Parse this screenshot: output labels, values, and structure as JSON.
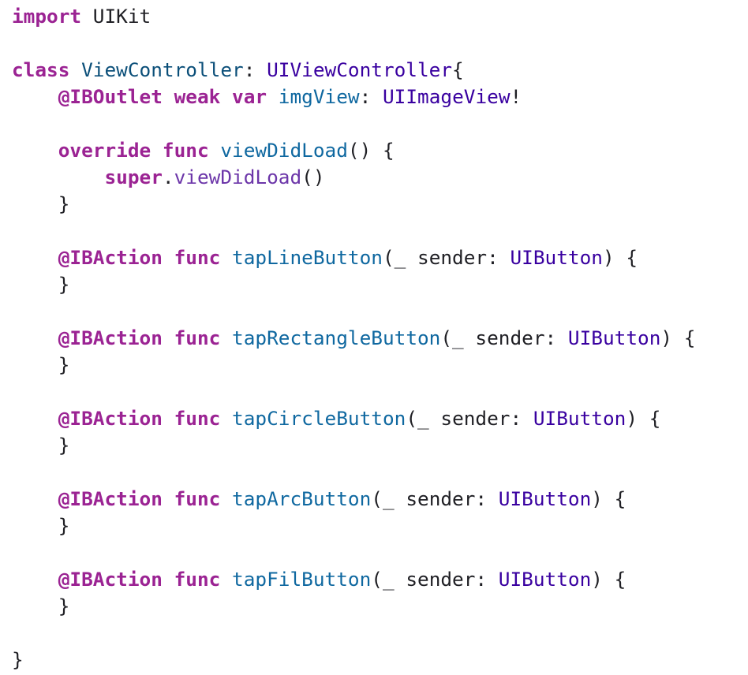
{
  "colors": {
    "keyword": "#9b2393",
    "declaration": "#0b4f79",
    "type": "#3900a0",
    "function_name": "#0f68a0",
    "library_method": "#6c36a9",
    "plain": "#1f1f24",
    "background": "#ffffff"
  },
  "lines": [
    [
      {
        "t": "import",
        "k": "keyword"
      },
      {
        "t": " UIKit",
        "k": "plain"
      }
    ],
    [],
    [
      {
        "t": "class",
        "k": "keyword"
      },
      {
        "t": " ",
        "k": "plain"
      },
      {
        "t": "ViewController",
        "k": "decl"
      },
      {
        "t": ": ",
        "k": "plain"
      },
      {
        "t": "UIViewController",
        "k": "type"
      },
      {
        "t": "{",
        "k": "plain"
      }
    ],
    [
      {
        "t": "    ",
        "k": "plain"
      },
      {
        "t": "@IBOutlet",
        "k": "attr"
      },
      {
        "t": " ",
        "k": "plain"
      },
      {
        "t": "weak",
        "k": "keyword"
      },
      {
        "t": " ",
        "k": "plain"
      },
      {
        "t": "var",
        "k": "keyword"
      },
      {
        "t": " ",
        "k": "plain"
      },
      {
        "t": "imgView",
        "k": "fnname"
      },
      {
        "t": ": ",
        "k": "plain"
      },
      {
        "t": "UIImageView",
        "k": "type"
      },
      {
        "t": "!",
        "k": "plain"
      }
    ],
    [],
    [
      {
        "t": "    ",
        "k": "plain"
      },
      {
        "t": "override",
        "k": "keyword"
      },
      {
        "t": " ",
        "k": "plain"
      },
      {
        "t": "func",
        "k": "keyword"
      },
      {
        "t": " ",
        "k": "plain"
      },
      {
        "t": "viewDidLoad",
        "k": "fnname"
      },
      {
        "t": "() {",
        "k": "plain"
      }
    ],
    [
      {
        "t": "        ",
        "k": "plain"
      },
      {
        "t": "super",
        "k": "keyword"
      },
      {
        "t": ".",
        "k": "plain"
      },
      {
        "t": "viewDidLoad",
        "k": "lib"
      },
      {
        "t": "()",
        "k": "plain"
      }
    ],
    [
      {
        "t": "    }",
        "k": "plain"
      }
    ],
    [],
    [
      {
        "t": "    ",
        "k": "plain"
      },
      {
        "t": "@IBAction",
        "k": "attr"
      },
      {
        "t": " ",
        "k": "plain"
      },
      {
        "t": "func",
        "k": "keyword"
      },
      {
        "t": " ",
        "k": "plain"
      },
      {
        "t": "tapLineButton",
        "k": "fnname"
      },
      {
        "t": "(_ sender: ",
        "k": "plain"
      },
      {
        "t": "UIButton",
        "k": "type"
      },
      {
        "t": ") {",
        "k": "plain"
      }
    ],
    [
      {
        "t": "    }",
        "k": "plain"
      }
    ],
    [],
    [
      {
        "t": "    ",
        "k": "plain"
      },
      {
        "t": "@IBAction",
        "k": "attr"
      },
      {
        "t": " ",
        "k": "plain"
      },
      {
        "t": "func",
        "k": "keyword"
      },
      {
        "t": " ",
        "k": "plain"
      },
      {
        "t": "tapRectangleButton",
        "k": "fnname"
      },
      {
        "t": "(_ sender: ",
        "k": "plain"
      },
      {
        "t": "UIButton",
        "k": "type"
      },
      {
        "t": ") {",
        "k": "plain"
      }
    ],
    [
      {
        "t": "    }",
        "k": "plain"
      }
    ],
    [],
    [
      {
        "t": "    ",
        "k": "plain"
      },
      {
        "t": "@IBAction",
        "k": "attr"
      },
      {
        "t": " ",
        "k": "plain"
      },
      {
        "t": "func",
        "k": "keyword"
      },
      {
        "t": " ",
        "k": "plain"
      },
      {
        "t": "tapCircleButton",
        "k": "fnname"
      },
      {
        "t": "(_ sender: ",
        "k": "plain"
      },
      {
        "t": "UIButton",
        "k": "type"
      },
      {
        "t": ") {",
        "k": "plain"
      }
    ],
    [
      {
        "t": "    }",
        "k": "plain"
      }
    ],
    [],
    [
      {
        "t": "    ",
        "k": "plain"
      },
      {
        "t": "@IBAction",
        "k": "attr"
      },
      {
        "t": " ",
        "k": "plain"
      },
      {
        "t": "func",
        "k": "keyword"
      },
      {
        "t": " ",
        "k": "plain"
      },
      {
        "t": "tapArcButton",
        "k": "fnname"
      },
      {
        "t": "(_ sender: ",
        "k": "plain"
      },
      {
        "t": "UIButton",
        "k": "type"
      },
      {
        "t": ") {",
        "k": "plain"
      }
    ],
    [
      {
        "t": "    }",
        "k": "plain"
      }
    ],
    [],
    [
      {
        "t": "    ",
        "k": "plain"
      },
      {
        "t": "@IBAction",
        "k": "attr"
      },
      {
        "t": " ",
        "k": "plain"
      },
      {
        "t": "func",
        "k": "keyword"
      },
      {
        "t": " ",
        "k": "plain"
      },
      {
        "t": "tapFilButton",
        "k": "fnname"
      },
      {
        "t": "(_ sender: ",
        "k": "plain"
      },
      {
        "t": "UIButton",
        "k": "type"
      },
      {
        "t": ") {",
        "k": "plain"
      }
    ],
    [
      {
        "t": "    }",
        "k": "plain"
      }
    ],
    [],
    [
      {
        "t": "}",
        "k": "plain"
      }
    ]
  ]
}
